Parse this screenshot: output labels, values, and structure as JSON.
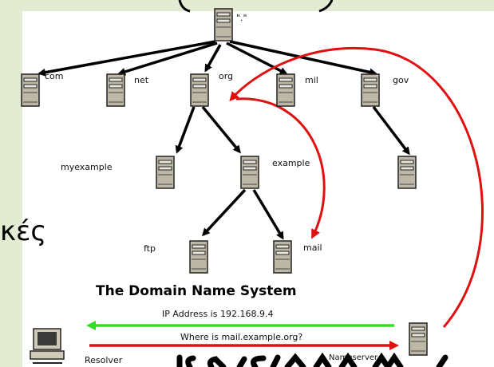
{
  "root_label": "\".\"",
  "tld": [
    "com",
    "net",
    "org",
    "mil",
    "gov"
  ],
  "second_level": {
    "myexample": "myexample",
    "example": "example"
  },
  "third_level": {
    "ftp": "ftp",
    "mail": "mail"
  },
  "diagram_title": "The Domain Name System",
  "response_text": "IP Address is 192.168.9.4",
  "query_text": "Where is mail.example.org?",
  "resolver_label": "Resolver",
  "nameserver_label": "Nameserver",
  "slide_fragment_left": "κές",
  "colors": {
    "response_arrow": "#33dd22",
    "query_arrow": "#dd1111",
    "background": "#e3ecd2",
    "server": "#bdb8a6"
  }
}
